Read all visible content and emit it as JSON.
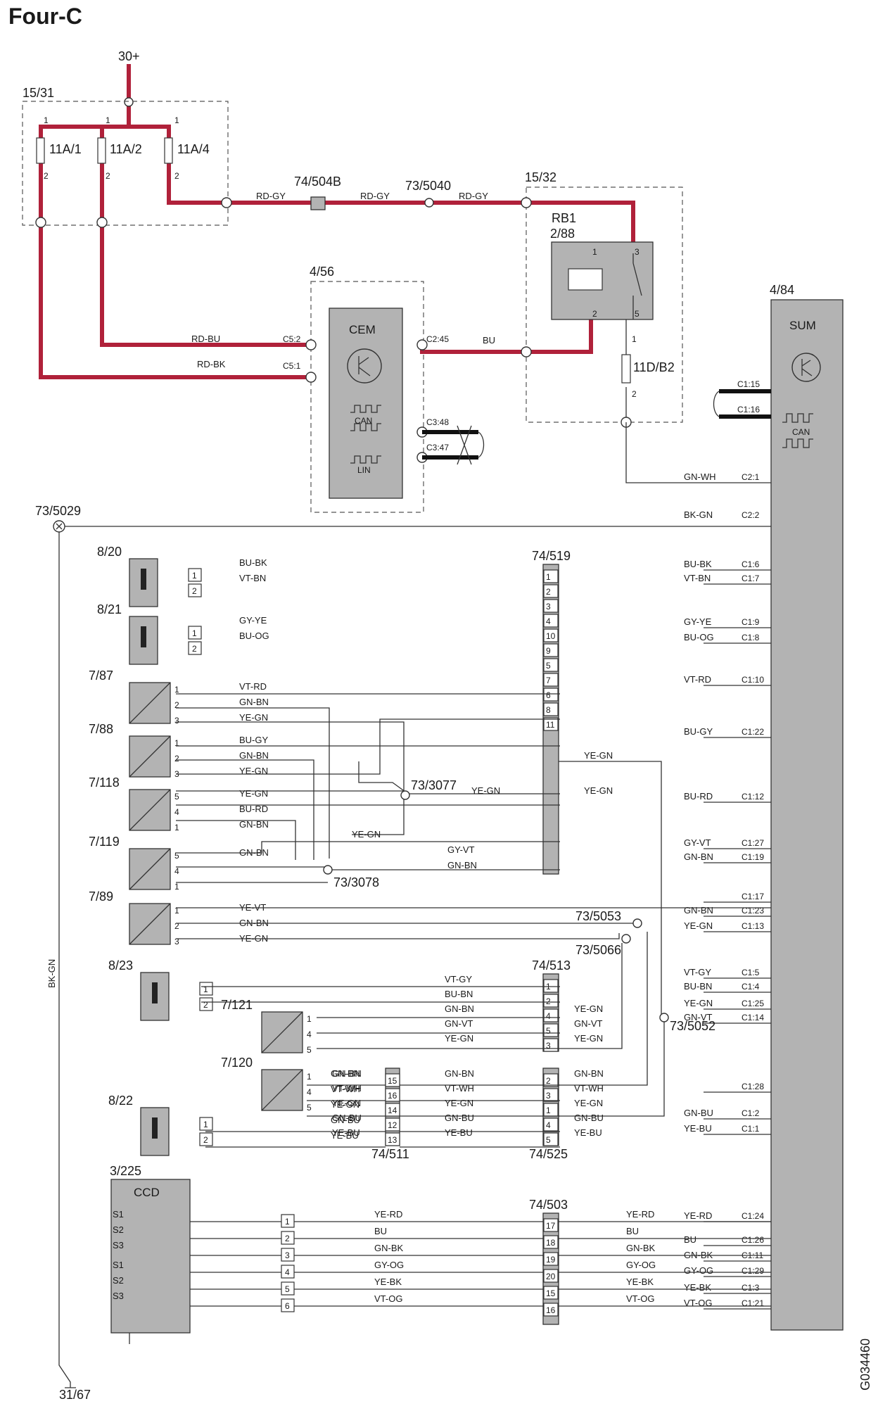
{
  "title": "Four-C",
  "doc_code": "G034460",
  "power": {
    "supply": "30+",
    "ground": "31/67"
  },
  "fuse_box": {
    "id": "15/31",
    "fuses": [
      {
        "name": "11A/1",
        "pin_in": "1",
        "pin_out": "2"
      },
      {
        "name": "11A/2",
        "pin_in": "1",
        "pin_out": "2"
      },
      {
        "name": "11A/4",
        "pin_in": "1",
        "pin_out": "2"
      }
    ]
  },
  "top_wires": {
    "w1": "RD-GY",
    "w2": "RD-GY",
    "w3": "RD-GY",
    "connector": "74/504B",
    "splice": "73/5040"
  },
  "relay_box": {
    "id": "15/32",
    "relay": "RB1",
    "relay_sub": "2/88",
    "pins": [
      "1",
      "3",
      "2",
      "5"
    ],
    "fuse": "11D/B2",
    "fuse_pins": [
      "1",
      "2"
    ],
    "bu_wire": "BU"
  },
  "cem": {
    "id": "4/56",
    "name": "CEM",
    "can": "CAN",
    "lin": "LIN",
    "pins": [
      "C5:2",
      "C5:1",
      "C2:45",
      "C3:48",
      "C3:47"
    ],
    "wires": [
      "RD-BU",
      "RD-BK"
    ]
  },
  "sum": {
    "id": "4/84",
    "name": "SUM",
    "can": "CAN",
    "can_pins": [
      "C1:15",
      "C1:16"
    ]
  },
  "ground_splice": {
    "id": "73/5029",
    "wire": "BK-GN"
  },
  "sum_pins": [
    {
      "pin": "C2:1",
      "wire": "GN-WH"
    },
    {
      "pin": "C2:2",
      "wire": "BK-GN"
    },
    {
      "pin": "C1:6",
      "wire": "BU-BK"
    },
    {
      "pin": "C1:7",
      "wire": "VT-BN"
    },
    {
      "pin": "C1:9",
      "wire": "GY-YE"
    },
    {
      "pin": "C1:8",
      "wire": "BU-OG"
    },
    {
      "pin": "C1:10",
      "wire": "VT-RD"
    },
    {
      "pin": "C1:22",
      "wire": "BU-GY"
    },
    {
      "pin": "C1:12",
      "wire": "BU-RD"
    },
    {
      "pin": "C1:27",
      "wire": "GY-VT"
    },
    {
      "pin": "C1:19",
      "wire": "GN-BN"
    },
    {
      "pin": "C1:17",
      "wire": ""
    },
    {
      "pin": "C1:23",
      "wire": "GN-BN"
    },
    {
      "pin": "C1:13",
      "wire": "YE-GN"
    },
    {
      "pin": "C1:5",
      "wire": "VT-GY"
    },
    {
      "pin": "C1:4",
      "wire": "BU-BN"
    },
    {
      "pin": "C1:25",
      "wire": "YE-GN"
    },
    {
      "pin": "C1:14",
      "wire": "GN-VT"
    },
    {
      "pin": "C1:28",
      "wire": ""
    },
    {
      "pin": "C1:2",
      "wire": "GN-BU"
    },
    {
      "pin": "C1:1",
      "wire": "YE-BU"
    },
    {
      "pin": "C1:24",
      "wire": "YE-RD"
    },
    {
      "pin": "C1:26",
      "wire": "BU"
    },
    {
      "pin": "C1:11",
      "wire": "GN-BK"
    },
    {
      "pin": "C1:29",
      "wire": "GY-OG"
    },
    {
      "pin": "C1:3",
      "wire": "YE-BK"
    },
    {
      "pin": "C1:21",
      "wire": "VT-OG"
    }
  ],
  "connectors": {
    "c519": {
      "id": "74/519",
      "pins": [
        "1",
        "2",
        "3",
        "4",
        "10",
        "9",
        "5",
        "7",
        "6",
        "8",
        "11"
      ]
    },
    "c513": {
      "id": "74/513",
      "pins": [
        "1",
        "2",
        "4",
        "5",
        "3"
      ]
    },
    "c525": {
      "id": "74/525",
      "pins": [
        "2",
        "3",
        "1",
        "4",
        "5"
      ]
    },
    "c511": {
      "id": "74/511",
      "pins": [
        "15",
        "16",
        "14",
        "12",
        "13"
      ]
    },
    "c503": {
      "id": "74/503",
      "pins": [
        "17",
        "18",
        "19",
        "20",
        "15",
        "16"
      ]
    }
  },
  "splices": [
    "73/3077",
    "73/3078",
    "73/5053",
    "73/5066",
    "73/5052"
  ],
  "components": [
    {
      "id": "8/20",
      "pins": [
        "1",
        "2"
      ],
      "wires": [
        "BU-BK",
        "VT-BN"
      ]
    },
    {
      "id": "8/21",
      "pins": [
        "1",
        "2"
      ],
      "wires": [
        "GY-YE",
        "BU-OG"
      ]
    },
    {
      "id": "7/87",
      "pins": [
        "1",
        "2",
        "3"
      ],
      "wires": [
        "VT-RD",
        "GN-BN",
        "YE-GN"
      ]
    },
    {
      "id": "7/88",
      "pins": [
        "1",
        "2",
        "3"
      ],
      "wires": [
        "BU-GY",
        "GN-BN",
        "YE-GN"
      ]
    },
    {
      "id": "7/118",
      "pins": [
        "5",
        "4",
        "1"
      ],
      "wires": [
        "YE-GN",
        "BU-RD",
        "GN-BN"
      ]
    },
    {
      "id": "7/119",
      "pins": [
        "5",
        "4",
        "1"
      ],
      "wires": [
        "GN-BN"
      ]
    },
    {
      "id": "7/89",
      "pins": [
        "1",
        "2",
        "3"
      ],
      "wires": [
        "YE-VT",
        "GN-BN",
        "YE-GN"
      ]
    },
    {
      "id": "8/23",
      "pins": [
        "1",
        "2"
      ]
    },
    {
      "id": "7/121",
      "pins": [
        "1",
        "4",
        "5"
      ]
    },
    {
      "id": "7/120",
      "pins": [
        "1",
        "4",
        "5"
      ],
      "wires": [
        "GN-BN",
        "VT-WH",
        "YE-GN",
        "GN-BU",
        "YE-BU"
      ]
    },
    {
      "id": "8/22",
      "pins": [
        "1",
        "2"
      ]
    }
  ],
  "mid_wires": {
    "yegn_a": "YE-GN",
    "yegn_b": "YE-GN",
    "yegn_c": "YE-GN",
    "yegn_d": "YE-GN",
    "gyvt": "GY-VT",
    "gnbn": "GN-BN",
    "w513": [
      "VT-GY",
      "BU-BN",
      "GN-BN",
      "GN-VT",
      "YE-GN"
    ],
    "w513r": [
      "YE-GN",
      "GN-VT",
      "YE-GN"
    ],
    "w525": [
      "GN-BN",
      "VT-WH",
      "YE-GN",
      "GN-BU",
      "YE-BU"
    ],
    "w525r": [
      "GN-BN",
      "VT-WH",
      "YE-GN",
      "GN-BU",
      "YE-BU"
    ]
  },
  "ccd": {
    "id": "3/225",
    "name": "CCD",
    "switch_labels": [
      "S1",
      "S2",
      "S3",
      "S1",
      "S2",
      "S3"
    ],
    "pins": [
      "1",
      "2",
      "3",
      "4",
      "5",
      "6"
    ],
    "wires": [
      "YE-RD",
      "BU",
      "GN-BK",
      "GY-OG",
      "YE-BK",
      "VT-OG"
    ]
  }
}
